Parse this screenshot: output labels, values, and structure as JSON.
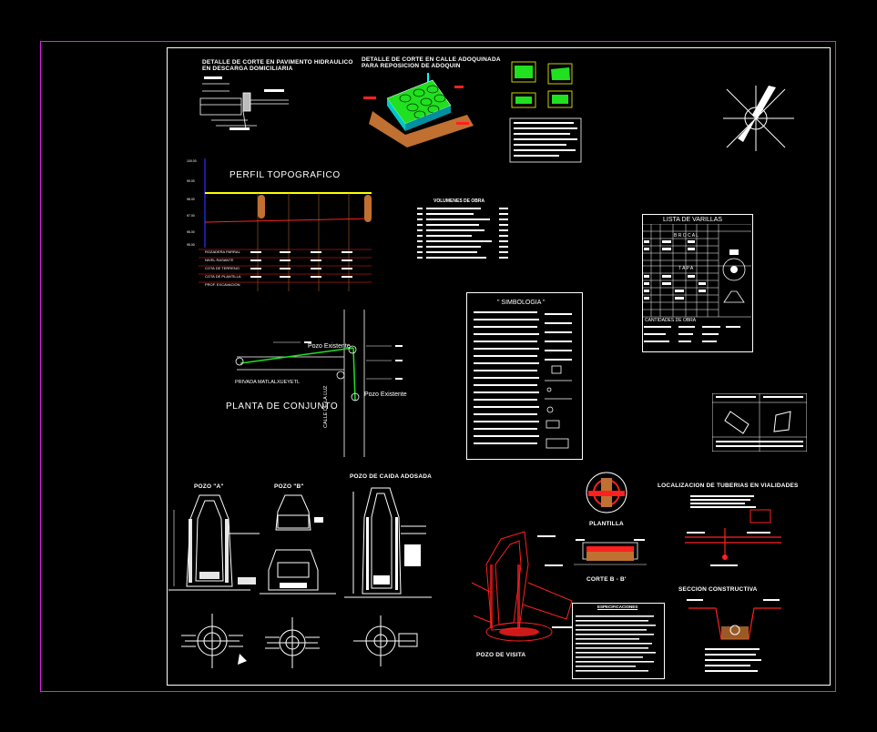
{
  "titles": {
    "detalle_corte_pavimento_l1": "DETALLE DE CORTE EN PAVIMENTO HIDRAULICO",
    "detalle_corte_pavimento_l2": "EN DESCARGA DOMICILIARIA",
    "detalle_corte_adoquin_l1": "DETALLE DE CORTE EN CALLE ADOQUINADA",
    "detalle_corte_adoquin_l2": "PARA REPOSICION DE ADOQUIN",
    "perfil_topografico": "PERFIL  TOPOGRAFICO",
    "volumenes_de_obra": "VOLUMENES DE OBRA",
    "lista_de_varillas": "LISTA DE VARILLAS",
    "brocal": "B R O C A L",
    "tapa": "T A P A",
    "cantidades_de_obra": "CANTIDADES DE OBRA",
    "simbologia": "\" SIMBOLOGIA \"",
    "planta_de_conjunto": "PLANTA  DE  CONJUNTO",
    "pozo_a": "POZO \"A\"",
    "pozo_b": "POZO \"B\"",
    "pozo_caida": "POZO DE CAIDA ADOSADA",
    "plantilla": "PLANTILLA",
    "corte_bb": "CORTE B - B'",
    "pozo_visita": "POZO DE VISITA",
    "localizacion": "LOCALIZACION DE TUBERIAS EN VIALIDADES",
    "seccion_constructiva": "SECCION CONSTRUCTIVA",
    "especificaciones": "ESPECIFICACIONES"
  },
  "plan_labels": {
    "pozo_existente_1": "Pozo Existente",
    "pozo_existente_2": "Pozo Existente",
    "privada": "PRIVADA  MATLALXUEYETL",
    "calle": "CALLE DE LA LUZ"
  },
  "profile_rows": [
    "ROZADERA PARRAL",
    "NIVEL RASANTE",
    "COTA DE TERRENO",
    "COTA DE PLANTILLA",
    "PROF. EXCAVACION"
  ],
  "colors": {
    "sheet_border": "#e020e0",
    "frame": "#ffffff",
    "background": "#000000",
    "profile_ground": "#ffff00",
    "profile_pipe": "#ff2020",
    "profile_axis": "#3030ff",
    "pit_fill": "#c07030",
    "green_fill": "#20e020",
    "cyan_fill": "#00c8c8",
    "red_detail": "#ff2020"
  }
}
